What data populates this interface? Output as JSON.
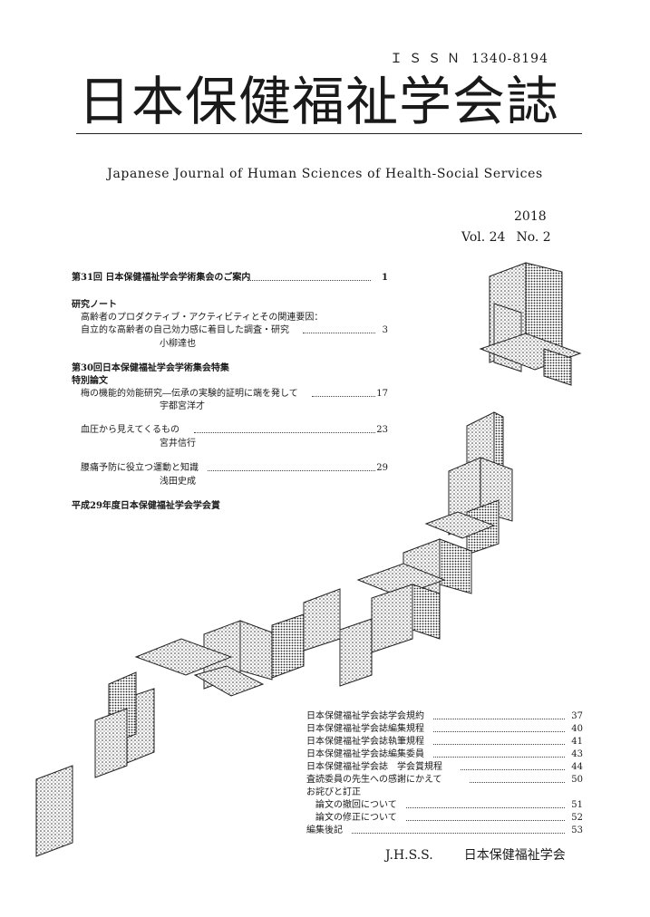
{
  "header": {
    "issn_label": "ＩＳＳＮ",
    "issn_number": "1340-8194",
    "title": "日本保健福祉学会誌",
    "subtitle": "Japanese Journal of Human Sciences of Health-Social Services",
    "year": "2018",
    "volume": "Vol. 24",
    "number": "No.  2"
  },
  "toc": [
    {
      "text": "第31回 日本保健福祉学会学術集会のご案内",
      "page": "1",
      "bold": true
    },
    {
      "text": "研究ノート",
      "bold": true
    },
    {
      "text": "高齢者のプロダクティブ・アクティビティとその関連要因：",
      "indent": true
    },
    {
      "text": "自立的な高齢者の自己効力感に着目した調査・研究",
      "page": "3",
      "indent": true
    },
    {
      "text": "小柳達也",
      "author": true
    },
    {
      "text": "第30回日本保健福祉学会学術集会特集",
      "bold": true
    },
    {
      "text": "特別論文",
      "bold": true
    },
    {
      "text": "梅の機能的効能研究―伝承の実験的証明に端を発して",
      "page": "17",
      "indent": true
    },
    {
      "text": "宇都宮洋才",
      "author": true
    },
    {
      "text": "血圧から見えてくるもの",
      "page": "23",
      "indent": true
    },
    {
      "text": "宮井信行",
      "author": true
    },
    {
      "text": "腰痛予防に役立つ運動と知識",
      "page": "29",
      "indent": true
    },
    {
      "text": "浅田史成",
      "author": true
    },
    {
      "text": "平成29年度日本保健福祉学会学会賞",
      "bold": true
    }
  ],
  "back_toc": [
    {
      "text": "日本保健福祉学会誌学会規約",
      "page": "37"
    },
    {
      "text": "日本保健福祉学会誌編集規程",
      "page": "40"
    },
    {
      "text": "日本保健福祉学会誌執筆規程",
      "page": "41"
    },
    {
      "text": "日本保健福祉学会誌編集委員",
      "page": "43"
    },
    {
      "text": "日本保健福祉学会誌　学会賞規程",
      "page": "44"
    },
    {
      "text": "査読委員の先生への感謝にかえて",
      "page": "50"
    },
    {
      "text": "お詫びと訂正"
    },
    {
      "text": "論文の撤回について",
      "page": "51",
      "indent": true
    },
    {
      "text": "論文の修正について",
      "page": "52",
      "indent": true
    },
    {
      "text": "編集後記",
      "page": "53"
    }
  ],
  "footer": {
    "abbr": "J.H.S.S.",
    "society": "日本保健福祉学会"
  }
}
